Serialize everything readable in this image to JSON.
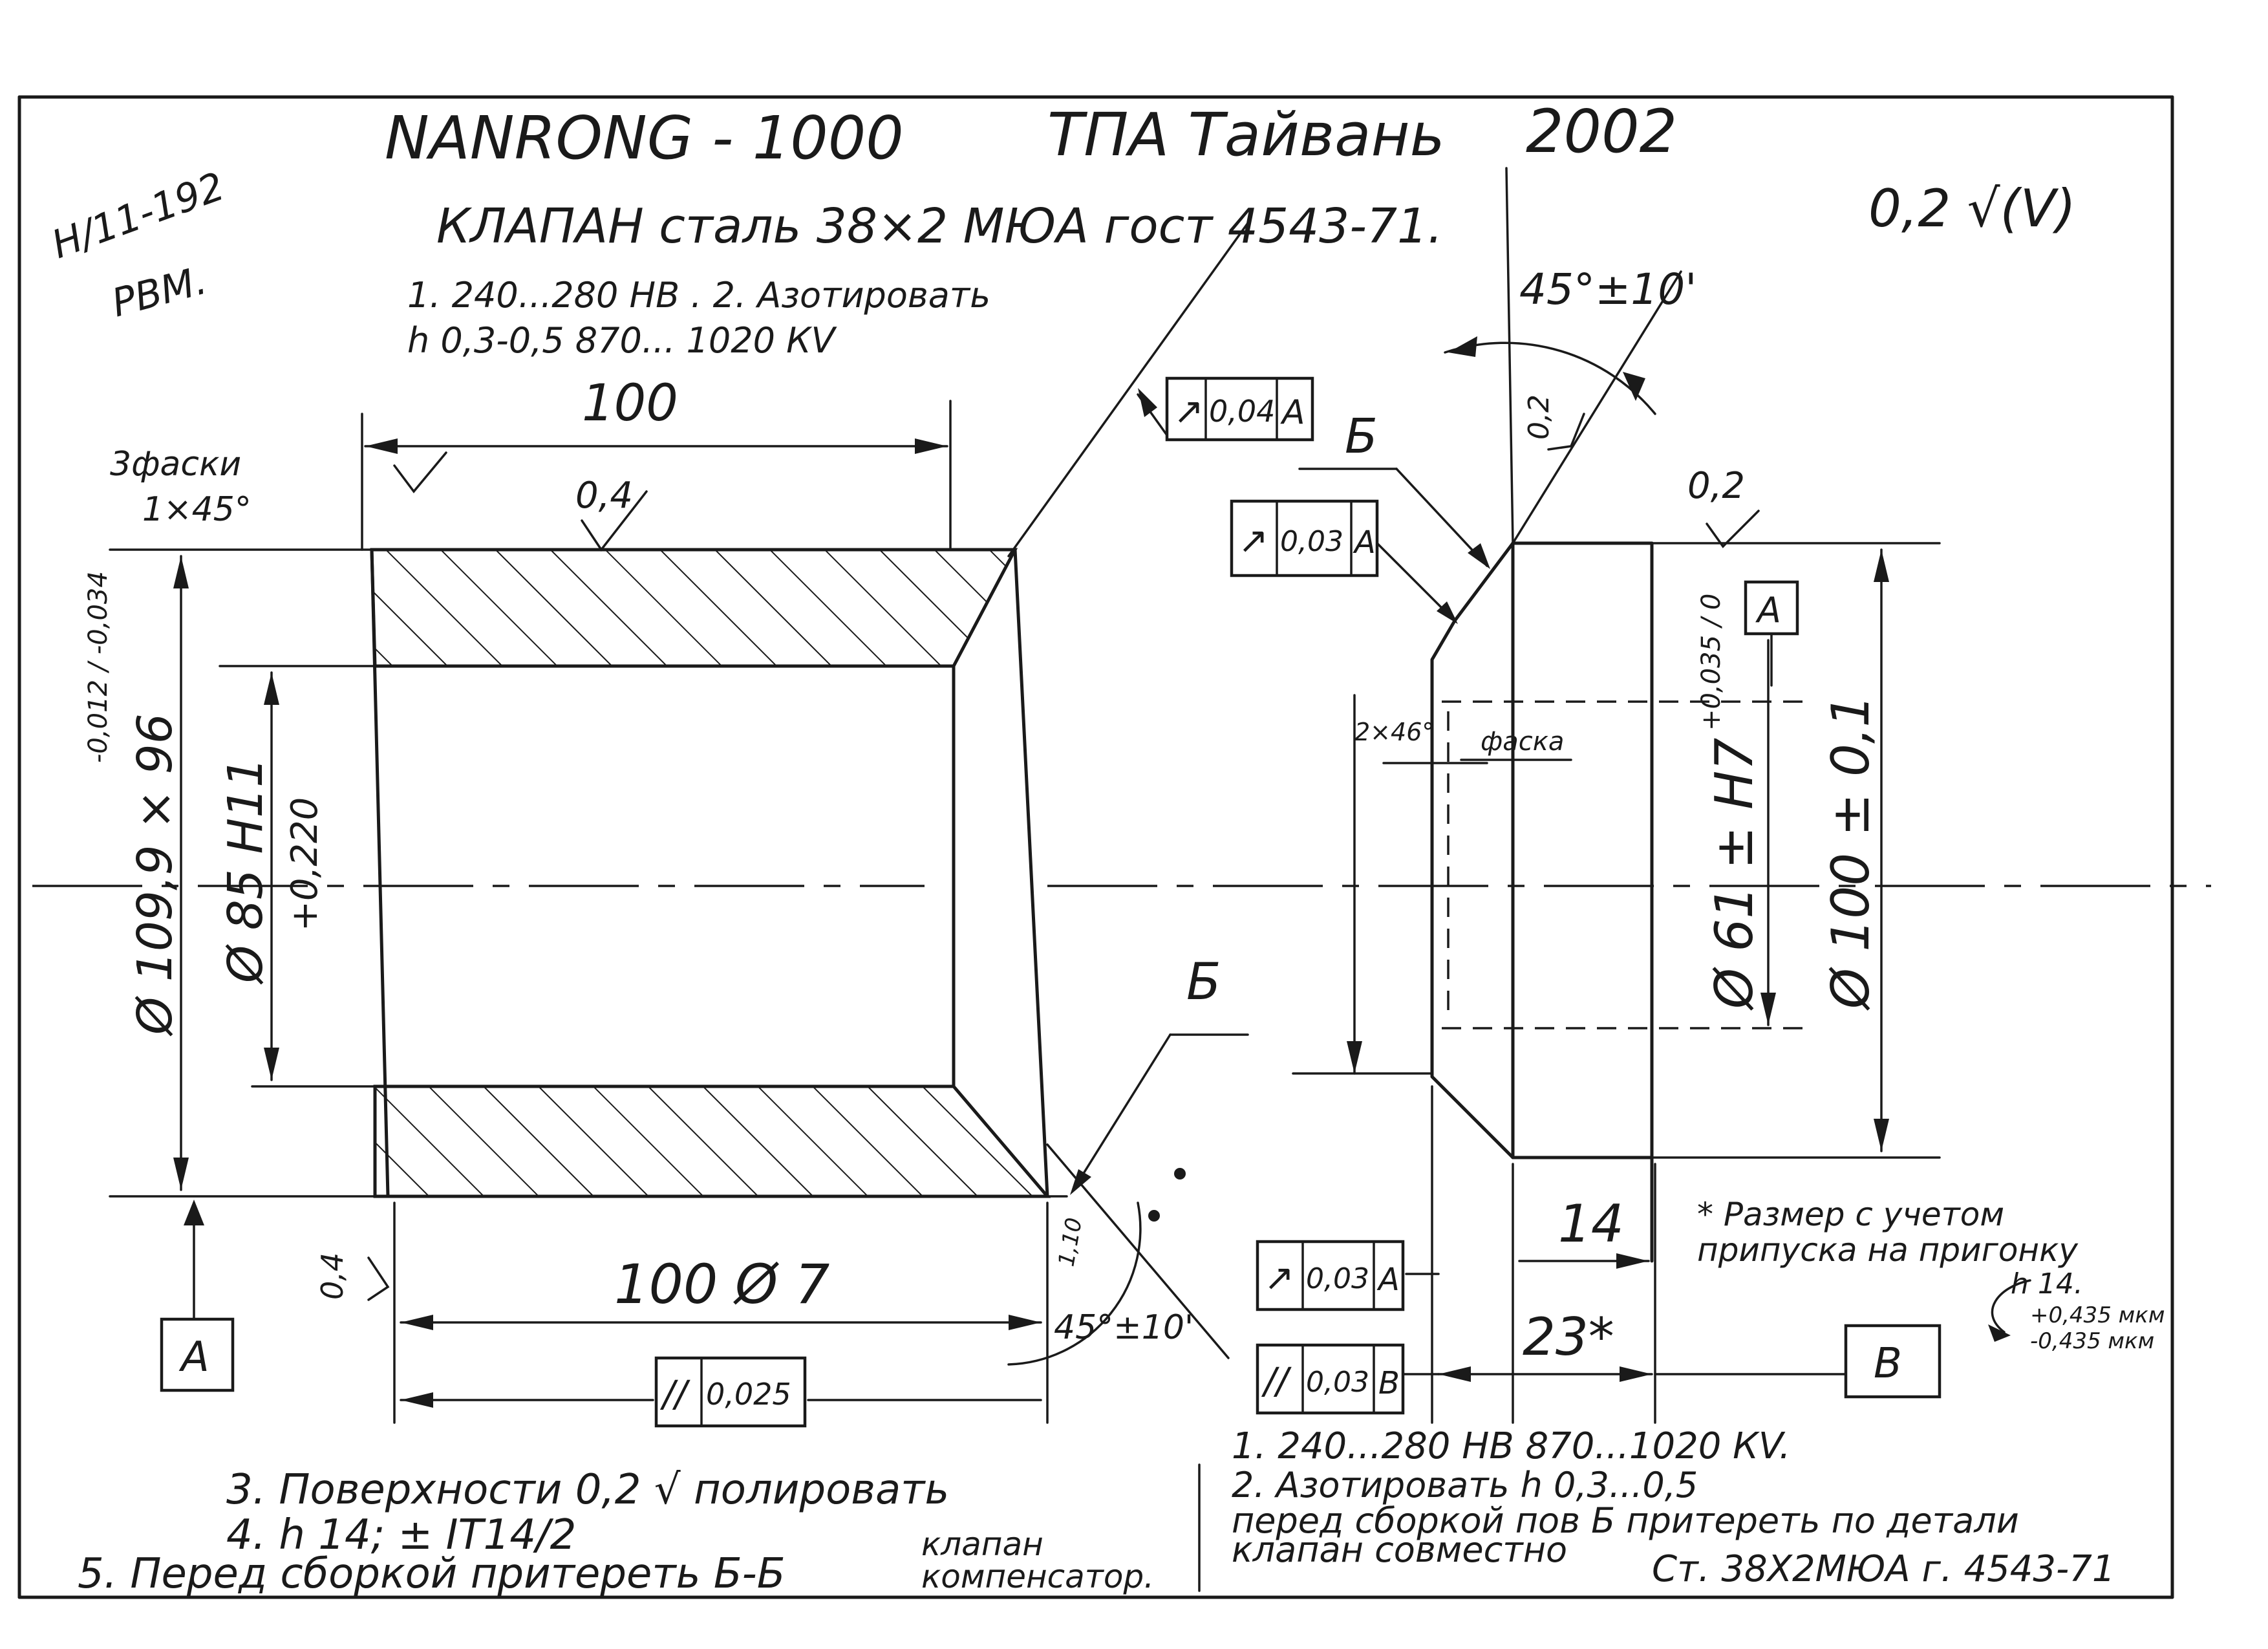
{
  "header": {
    "title_left": "NANRONG - 1000",
    "title_mid": "ТПА Тайвань",
    "title_year": "2002",
    "subtitle": "КЛАПАН сталь 38×2 МЮА гост 4543-71.",
    "note_line1": "1. 240...280 НВ . 2. Азотировать",
    "note_line2": "h 0,3-0,5 870... 1020 КV",
    "roughness_default": "0,2 √(V)",
    "stamp_line1": "Н/11-192",
    "stamp_line2": "РВМ."
  },
  "left_view": {
    "length_top": "100",
    "chamfers_label": "3фаски",
    "chamfers_size": "1×45°",
    "roughness_top": "0,4",
    "roughness_left_bottom": "0,4",
    "dia_outer": "Ø 109,9 × 96",
    "dia_outer_tol": "-0,012 / -0,034",
    "dia_inner": "Ø 85 Н11",
    "dia_inner_tol": "+0,220",
    "length_bottom": "100 Ø 7",
    "tolerance_frame_top": {
      "symbol": "↗",
      "value": "0,04",
      "datum": "А"
    },
    "tolerance_frame_bottom": {
      "symbol": "//",
      "value": "0,025",
      "datum": ""
    },
    "section_mark": "Б",
    "lapping_width": "1,10",
    "angle": "45°±10'",
    "datum": "А"
  },
  "right_view": {
    "angle_top": "45°±10'",
    "roughness_angle": "0,2",
    "roughness_top": "0,2",
    "section_mark": "Б",
    "chamfer_size": "2×46°",
    "chamfer_label": "фаска",
    "dia_bore": "Ø 61 ± Н7",
    "dia_bore_tol": "+0,035 / 0",
    "dia_outer": "Ø 100 ± 0,1",
    "tolerance_frame_top": {
      "symbol": "↗",
      "value": "0,03",
      "datum": "А"
    },
    "tolerance_frame_mid": {
      "symbol": "↗",
      "value": "0,03",
      "datum": "А"
    },
    "tolerance_frame_bottom": {
      "symbol": "//",
      "value": "0,03",
      "datum": "В"
    },
    "length_14": "14",
    "length_23": "23*",
    "datum_a": "А",
    "datum_b": "В"
  },
  "notes_left": {
    "line3": "3. Поверхности 0,2 √ полировать",
    "line4": "4. h 14; ± IT14/2",
    "line5": "5. Перед сборкой притереть Б-Б",
    "line5_tail1": "клапан",
    "line5_tail2": "компенсатор."
  },
  "notes_right": {
    "star_note1": "* Размер с учетом",
    "star_note2": "припуска на пригонку",
    "h14": "h 14.",
    "tol_plus": "+0,435 мкм",
    "tol_minus": "-0,435 мкм",
    "line1": "1. 240...280 НВ     870...1020 КV.",
    "line2": "2. Азотировать h 0,3...0,5",
    "line3": "перед сборкой пов Б притереть по детали",
    "line4": "клапан совместно",
    "material": "Ст. 38Х2МЮА г. 4543-71"
  }
}
